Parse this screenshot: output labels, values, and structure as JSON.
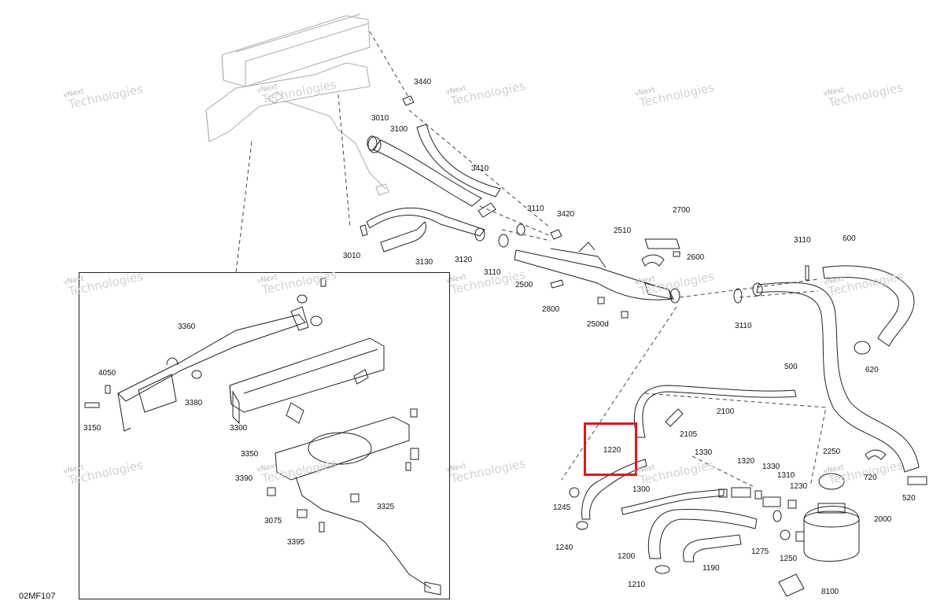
{
  "diagram": {
    "reference_code": "02MF107",
    "watermark": {
      "line1": "vNext",
      "line2": "Technologies"
    },
    "highlight_color": "#d71920",
    "highlighted_part": "1220",
    "part_numbers": {
      "p3440": "3440",
      "p3010a": "3010",
      "p3100": "3100",
      "p3410": "3410",
      "p3110a": "3110",
      "p3420": "3420",
      "p2700": "2700",
      "p2510": "2510",
      "p2600": "2600",
      "p3010b": "3010",
      "p3130": "3130",
      "p3120": "3120",
      "p3110b": "3110",
      "p2500": "2500",
      "p2800": "2800",
      "p2500d": "2500d",
      "p3110c": "3110",
      "p600": "600",
      "p3110d": "3110",
      "p620": "620",
      "p500": "500",
      "p3360": "3360",
      "p4050": "4050",
      "p3380": "3380",
      "p3150": "3150",
      "p3300": "3300",
      "p3350": "3350",
      "p3390": "3390",
      "p3325": "3325",
      "p3075": "3075",
      "p3395": "3395",
      "p2100": "2100",
      "p2105": "2105",
      "p1220": "1220",
      "p1330a": "1330",
      "p1320": "1320",
      "p1330b": "1330",
      "p1310": "1310",
      "p1230": "1230",
      "p2250": "2250",
      "p720": "720",
      "p520": "520",
      "p1300": "1300",
      "p1245": "1245",
      "p2000": "2000",
      "p1240": "1240",
      "p1200": "1200",
      "p1275": "1275",
      "p1250": "1250",
      "p1190": "1190",
      "p1210": "1210",
      "p8100": "8100"
    }
  }
}
